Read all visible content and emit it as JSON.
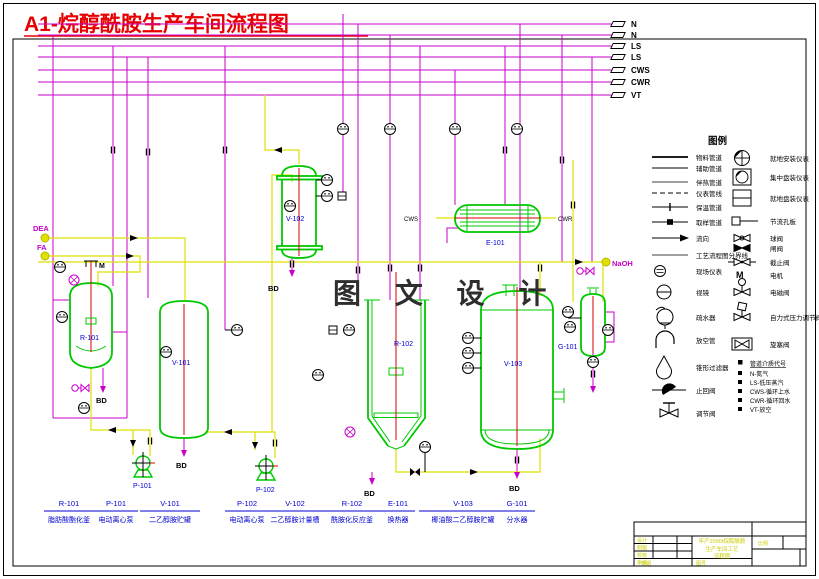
{
  "page": {
    "title": "A1-烷醇酰胺生产车间流程图",
    "watermark": "图 文 设 计"
  },
  "colors": {
    "pipe_magenta": "#c800c8",
    "process_yellow": "#e0e000",
    "equipment_green": "#00c800",
    "centerline_red": "#d40000",
    "tag_blue": "#0000d0",
    "title_red": "#e80000",
    "titleblock_yellow": "#cccc00"
  },
  "pipe_headers": [
    {
      "label": "N"
    },
    {
      "label": "N"
    },
    {
      "label": "LS"
    },
    {
      "label": "LS"
    },
    {
      "label": "CWS"
    },
    {
      "label": "CWR"
    },
    {
      "label": "VT"
    }
  ],
  "streams": {
    "dea": "DEA",
    "fa": "FA",
    "naoh": "NaOH",
    "bd": "BD",
    "cws": "CWS",
    "cwr": "CWR",
    "motor_label": "M"
  },
  "equipment": {
    "r101": {
      "tag": "R-101",
      "name": "脂肪酸酯化釜"
    },
    "p101": {
      "tag": "P-101",
      "name": "电动离心泵"
    },
    "v101": {
      "tag": "V-101",
      "name": "二乙醇胺贮罐"
    },
    "p102": {
      "tag": "P-102",
      "name": "电动离心泵"
    },
    "v102": {
      "tag": "V-102",
      "name": "二乙醇胺计量槽"
    },
    "r102": {
      "tag": "R-102",
      "name": "酰胺化反应釜"
    },
    "e101": {
      "tag": "E-101",
      "name": "换热器"
    },
    "v103": {
      "tag": "V-103",
      "name": "椰油酸二乙醇胺贮罐"
    },
    "g101": {
      "tag": "G-101",
      "name": "分水器"
    }
  },
  "legend": {
    "title": "图例",
    "col1": [
      {
        "label": "物料管道"
      },
      {
        "label": "辅助管道"
      },
      {
        "label": "伴热管道"
      },
      {
        "label": "仪表管线"
      },
      {
        "label": "保温管道"
      },
      {
        "label": "取样管道"
      },
      {
        "label": "流向"
      },
      {
        "label": "工艺流程图分界线"
      },
      {
        "label": "现场仪表"
      },
      {
        "label": "视镜"
      },
      {
        "label": "疏水器"
      },
      {
        "label": "放空管"
      },
      {
        "label": "锥形过滤器"
      },
      {
        "label": "止回阀"
      },
      {
        "label": "调节阀"
      }
    ],
    "col2": [
      {
        "label": "就地安装仪表"
      },
      {
        "label": "集中盘装仪表"
      },
      {
        "label": "就地盘装仪表"
      },
      {
        "label": "节流孔板"
      },
      {
        "label": "球阀"
      },
      {
        "label": "闸阀"
      },
      {
        "label": "截止阀"
      },
      {
        "label": "电机"
      },
      {
        "label": "电磁阀"
      },
      {
        "label": "自力式压力调节阀"
      },
      {
        "label": "旋塞阀"
      }
    ],
    "motor_symbol": "M",
    "abbr_title": "管道介质代号",
    "abbr": [
      {
        "label": "N-氮气"
      },
      {
        "label": "LS-低压蒸汽"
      },
      {
        "label": "CWS-循环上水"
      },
      {
        "label": "CWR-循环回水"
      },
      {
        "label": "VT-放空"
      }
    ]
  },
  "title_block": {
    "rows_left": [
      "设计",
      "制图",
      "校核",
      "审核"
    ],
    "center_lines": [
      "年产2000t烷醇酰胺",
      "生产车间工艺",
      "流程图"
    ],
    "right_cell": "比例",
    "bottom_a": "日期",
    "bottom_b": "图号"
  }
}
